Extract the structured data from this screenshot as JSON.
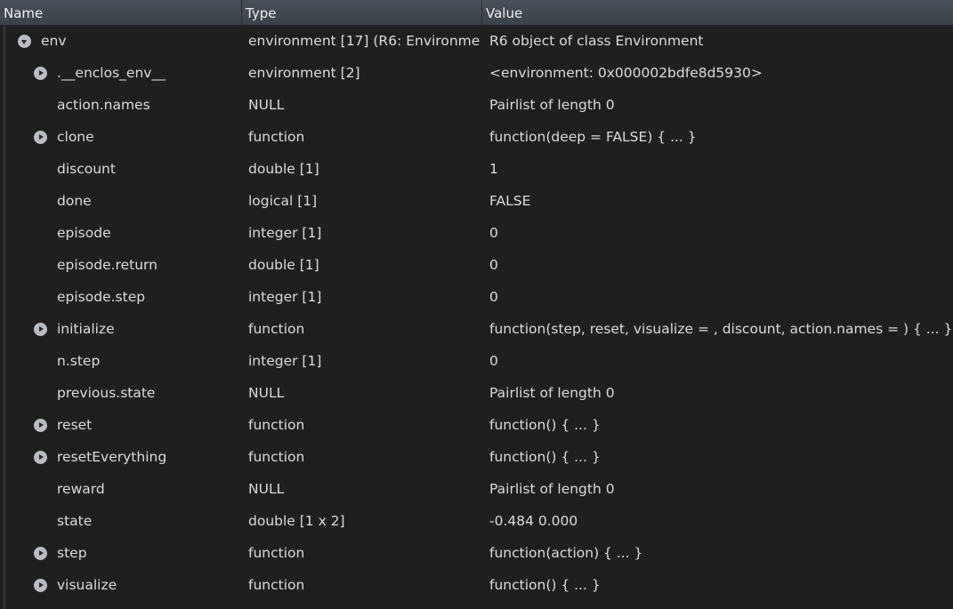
{
  "header": {
    "name": "Name",
    "type": "Type",
    "value": "Value"
  },
  "rows": [
    {
      "name": "env",
      "type": "environment [17] (R6: Environme",
      "value": "R6 object of class Environment",
      "expander": "expanded",
      "level": 0
    },
    {
      "name": ".__enclos_env__",
      "type": "environment [2]",
      "value": "<environment: 0x000002bdfe8d5930>",
      "expander": "collapsed",
      "level": 1
    },
    {
      "name": "action.names",
      "type": "NULL",
      "value": "Pairlist of length 0",
      "expander": "none",
      "level": 1
    },
    {
      "name": "clone",
      "type": "function",
      "value": "function(deep = FALSE) { ... }",
      "expander": "collapsed",
      "level": 1
    },
    {
      "name": "discount",
      "type": "double [1]",
      "value": "1",
      "expander": "none",
      "level": 1
    },
    {
      "name": "done",
      "type": "logical [1]",
      "value": "FALSE",
      "expander": "none",
      "level": 1
    },
    {
      "name": "episode",
      "type": "integer [1]",
      "value": "0",
      "expander": "none",
      "level": 1
    },
    {
      "name": "episode.return",
      "type": "double [1]",
      "value": "0",
      "expander": "none",
      "level": 1
    },
    {
      "name": "episode.step",
      "type": "integer [1]",
      "value": "0",
      "expander": "none",
      "level": 1
    },
    {
      "name": "initialize",
      "type": "function",
      "value": "function(step, reset, visualize = , discount, action.names = ) { ... }",
      "expander": "collapsed",
      "level": 1
    },
    {
      "name": "n.step",
      "type": "integer [1]",
      "value": "0",
      "expander": "none",
      "level": 1
    },
    {
      "name": "previous.state",
      "type": "NULL",
      "value": "Pairlist of length 0",
      "expander": "none",
      "level": 1
    },
    {
      "name": "reset",
      "type": "function",
      "value": "function() { ... }",
      "expander": "collapsed",
      "level": 1
    },
    {
      "name": "resetEverything",
      "type": "function",
      "value": "function() { ... }",
      "expander": "collapsed",
      "level": 1
    },
    {
      "name": "reward",
      "type": "NULL",
      "value": "Pairlist of length 0",
      "expander": "none",
      "level": 1
    },
    {
      "name": "state",
      "type": "double [1 x 2]",
      "value": "-0.484 0.000",
      "expander": "none",
      "level": 1
    },
    {
      "name": "step",
      "type": "function",
      "value": "function(action) { ... }",
      "expander": "collapsed",
      "level": 1
    },
    {
      "name": "visualize",
      "type": "function",
      "value": "function() { ... }",
      "expander": "collapsed",
      "level": 1
    }
  ]
}
